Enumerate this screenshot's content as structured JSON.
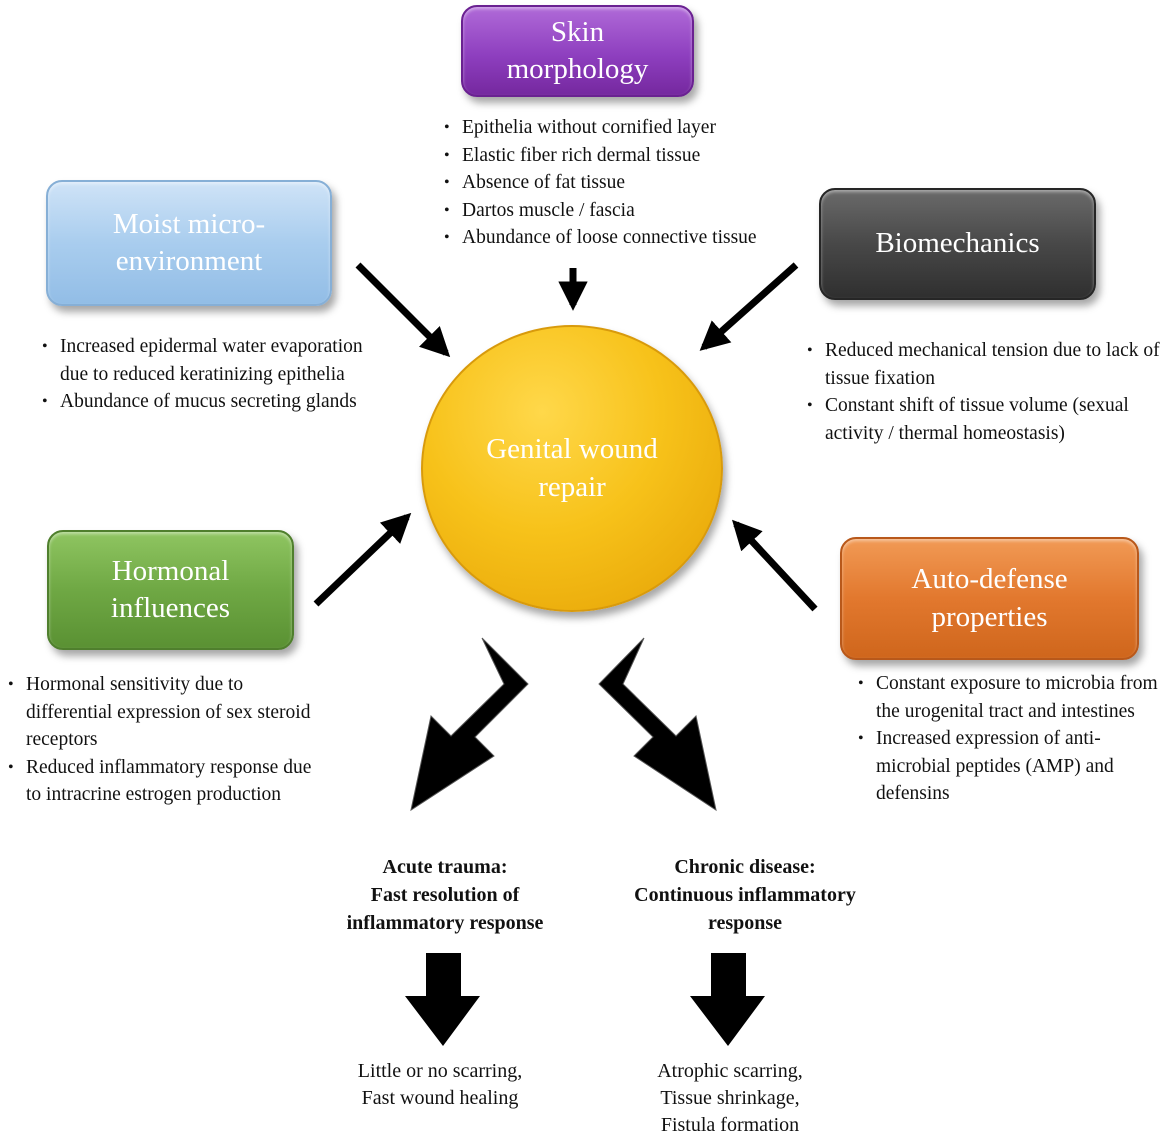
{
  "center": {
    "lines": [
      "Genital  wound",
      "repair"
    ]
  },
  "factors": {
    "skin": {
      "title_lines": [
        "Skin",
        "morphology"
      ],
      "bullets": [
        "Epithelia  without  cornified  layer",
        "Elastic  fiber  rich  dermal  tissue",
        "Absence of fat tissue",
        "Dartos muscle  /  fascia",
        "Abundance of loose connective tissue"
      ],
      "color": "#8e3fbf"
    },
    "moist": {
      "title_lines": [
        "Moist micro-",
        "environment"
      ],
      "bullets": [
        "Increased  epidermal  water evaporation due to reduced keratinizing  epithelia",
        "Abundance of mucus secreting glands"
      ],
      "color": "#a9cdee"
    },
    "biomechanics": {
      "title_lines": [
        "Biomechanics"
      ],
      "bullets": [
        "Reduced mechanical  tension due to lack  of tissue fixation",
        "Constant shift of tissue volume (sexual  activity  /  thermal homeostasis)"
      ],
      "color": "#484848"
    },
    "hormonal": {
      "title_lines": [
        "Hormonal",
        "influences"
      ],
      "bullets": [
        "Hormonal  sensitivity due to differential  expression of sex steroid receptors",
        "Reduced inflammatory response due to intracrine estrogen production"
      ],
      "color": "#6fa844"
    },
    "autodefense": {
      "title_lines": [
        "Auto-defense",
        "properties"
      ],
      "bullets": [
        "Constant exposure to microbia from the urogenital tract and intestines",
        "Increased expression of anti-microbial  peptides (AMP) and defensins"
      ],
      "color": "#e2782e"
    }
  },
  "outcomes": {
    "acute": {
      "heading_lines": [
        "Acute trauma:",
        "Fast  resolution of",
        "inflammatory   response"
      ],
      "result_lines": [
        "Little  or no scarring,",
        "Fast wound healing"
      ]
    },
    "chronic": {
      "heading_lines": [
        "Chronic disease:",
        "Continuous  inflammatory",
        "response"
      ],
      "result_lines": [
        "Atrophic scarring,",
        "Tissue shrinkage,",
        "Fistula formation"
      ]
    }
  }
}
